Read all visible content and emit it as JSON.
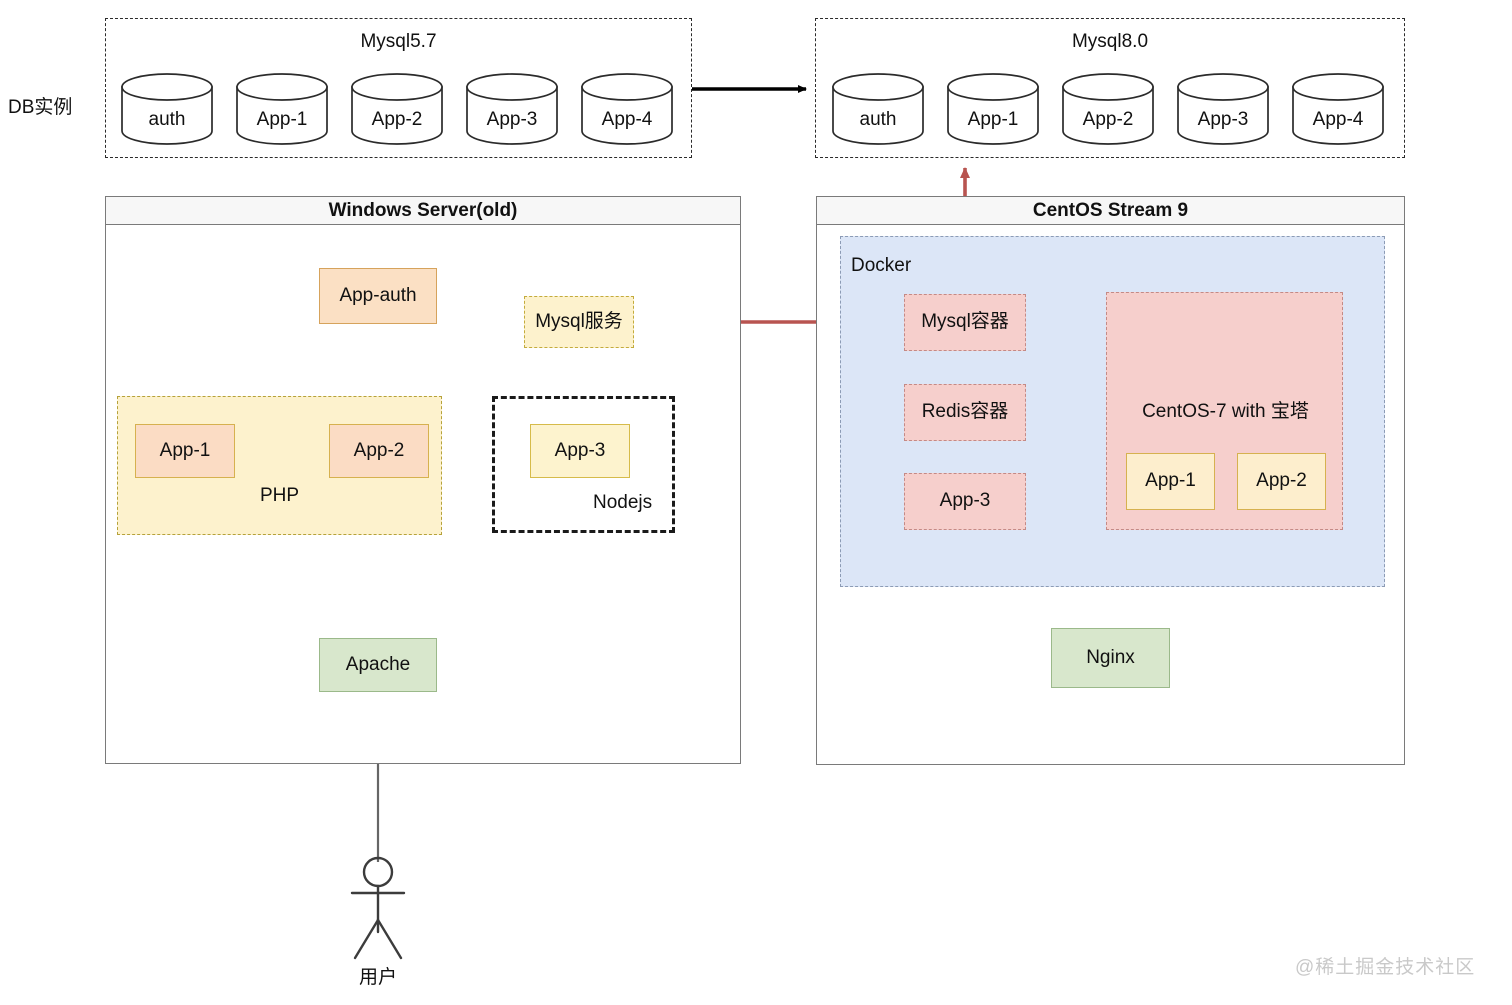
{
  "diagram": {
    "side_label": "DB实例",
    "watermark": "@稀土掘金技术社区",
    "db_groups": [
      {
        "title": "Mysql5.7",
        "databases": [
          "auth",
          "App-1",
          "App-2",
          "App-3",
          "App-4"
        ]
      },
      {
        "title": "Mysql8.0",
        "databases": [
          "auth",
          "App-1",
          "App-2",
          "App-3",
          "App-4"
        ]
      }
    ],
    "left_server": {
      "title": "Windows Server(old)",
      "app_auth": "App-auth",
      "mysql_service": "Mysql服务",
      "php_zone_label": "PHP",
      "nodejs_zone_label": "Nodejs",
      "php_apps": [
        "App-1",
        "App-2"
      ],
      "node_apps": [
        "App-3"
      ],
      "web_server": "Apache"
    },
    "right_server": {
      "title": "CentOS Stream 9",
      "docker_label": "Docker",
      "containers": [
        "Mysql容器",
        "Redis容器",
        "App-3"
      ],
      "centos7_label": "CentOS-7 with 宝塔",
      "centos7_apps": [
        "App-1",
        "App-2"
      ],
      "web_server": "Nginx"
    },
    "actor": {
      "label": "用户"
    },
    "colors": {
      "migration_arrow": "#000000",
      "mysql_link_arrow": "#b85450",
      "traffic_arrow": "#82b366",
      "connector": "#808080",
      "panel_border": "#7a7a7a"
    }
  }
}
